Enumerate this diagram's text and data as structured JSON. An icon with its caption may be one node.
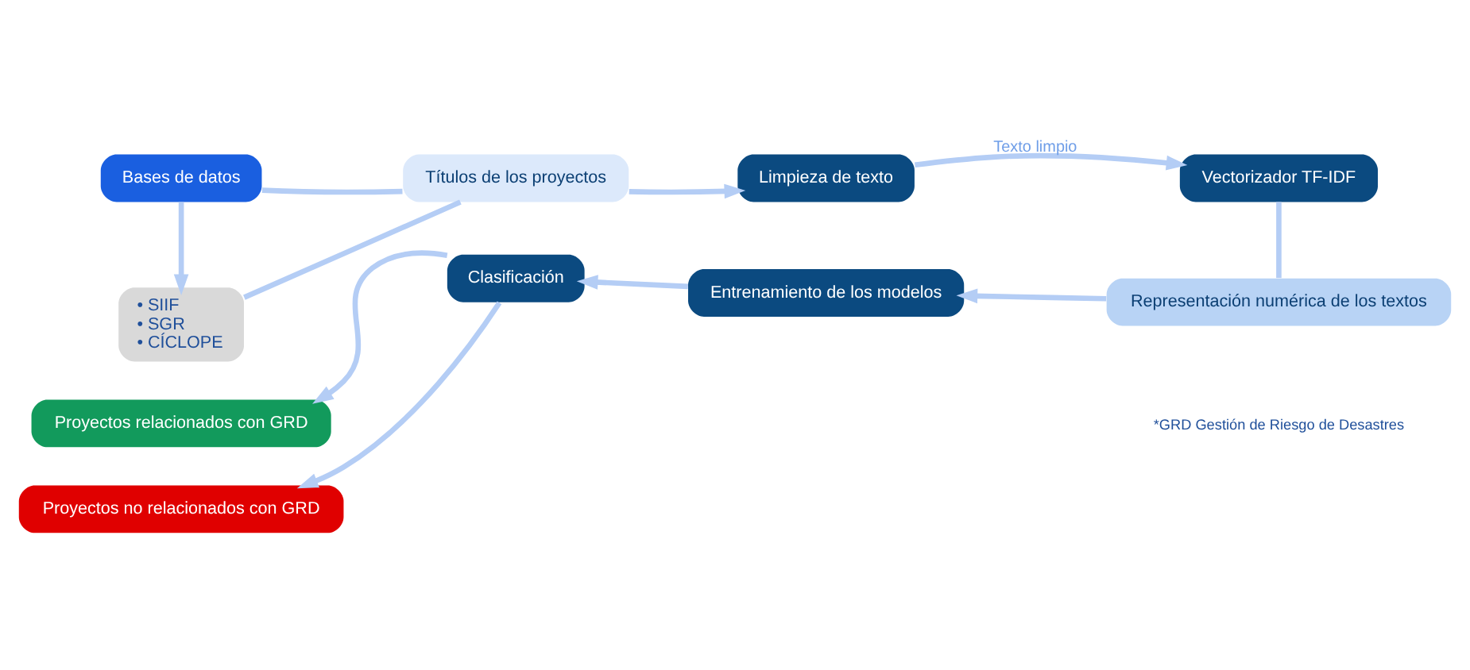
{
  "diagram": {
    "nodes": [
      {
        "text": [
          "Bases de datos"
        ]
      },
      {
        "text": [
          "• SIIF",
          "• SGR",
          "• CÍCLOPE"
        ]
      },
      {
        "text": [
          "Títulos de los proyectos"
        ]
      },
      {
        "text": [
          "Limpieza de texto"
        ]
      },
      {
        "text": [
          "Vectorizador TF-IDF"
        ]
      },
      {
        "text": [
          "Representación numérica de los textos"
        ]
      },
      {
        "text": [
          "Entrenamiento de los modelos"
        ]
      },
      {
        "text": [
          "Clasificación"
        ]
      },
      {
        "text": [
          "Proyectos relacionados con GRD"
        ]
      },
      {
        "text": [
          "Proyectos no relacionados con GRD"
        ]
      }
    ],
    "edges": [
      {
        "from": 0,
        "to": 1,
        "arrow": "to"
      },
      {
        "from": 0,
        "to": 2,
        "arrow": "none"
      },
      {
        "from": 1,
        "to": 2,
        "arrow": "none"
      },
      {
        "from": 2,
        "to": 3,
        "arrow": "to"
      },
      {
        "from": 3,
        "to": 4,
        "arrow": "to",
        "label": "Texto limpio"
      },
      {
        "from": 4,
        "to": 5,
        "arrow": "none"
      },
      {
        "from": 5,
        "to": 6,
        "arrow": "to"
      },
      {
        "from": 6,
        "to": 7,
        "arrow": "to"
      },
      {
        "from": 7,
        "to": 8,
        "arrow": "to"
      },
      {
        "from": 7,
        "to": 9,
        "arrow": "to"
      }
    ],
    "labels": [
      "*GRD Gestión de Riesgo de Desastres"
    ]
  }
}
